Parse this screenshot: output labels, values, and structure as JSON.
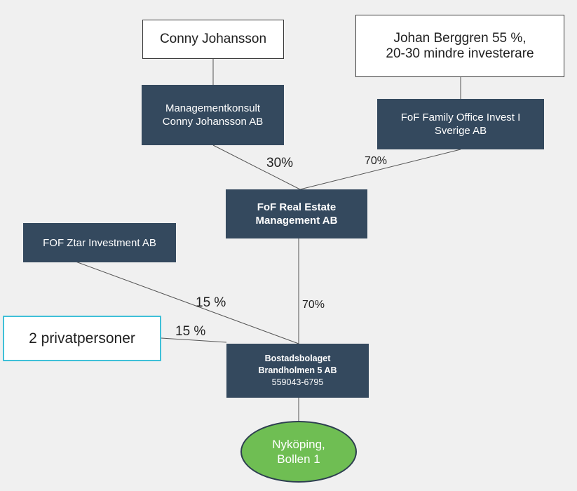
{
  "nodes": {
    "conny": {
      "lines": [
        "Conny Johansson"
      ]
    },
    "johan": {
      "lines": [
        "Johan Berggren 55 %,",
        "20-30 mindre investerare"
      ]
    },
    "mk": {
      "lines": [
        "Managementkonsult",
        "Conny Johansson AB"
      ]
    },
    "fofoffice": {
      "lines": [
        "FoF Family Office Invest I",
        "Sverige AB"
      ]
    },
    "fofre": {
      "lines": [
        "FoF Real Estate",
        "Management AB"
      ]
    },
    "ztar": {
      "lines": [
        "FOF Ztar Investment AB"
      ]
    },
    "privat": {
      "lines": [
        "2 privatpersoner"
      ]
    },
    "bostad": {
      "lines": [
        "Bostadsbolaget",
        "Brandholmen 5 AB",
        "559043-6795"
      ]
    },
    "nykoping": {
      "lines": [
        "Nyköping,",
        "Bollen 1"
      ]
    }
  },
  "edge_labels": {
    "mk_to_fofre": "30%",
    "office_to_fofre": "70%",
    "fofre_to_bostad": "70%",
    "ztar_to_bostad": "15 %",
    "privat_to_bostad": "15 %"
  },
  "colors": {
    "background": "#f0f0f0",
    "dark_box": "#34495e",
    "ellipse_fill": "#6fbe53",
    "ellipse_border": "#2d3e50",
    "cyan_border": "#3fc0d8"
  }
}
